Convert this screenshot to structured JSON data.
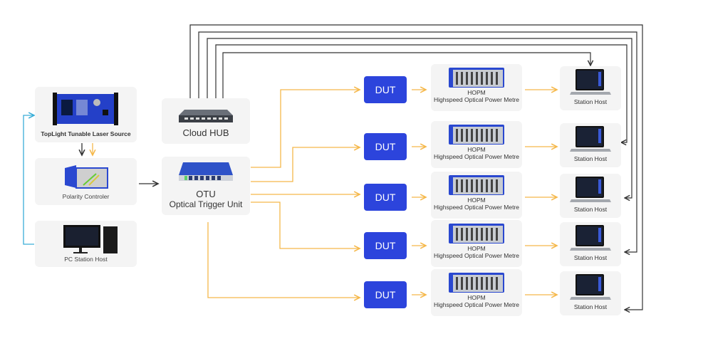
{
  "colors": {
    "optical": "#f5b84a",
    "control": "#333333",
    "feedback": "#3aaed8",
    "dut": "#2c44dc",
    "card": "#f4f4f4"
  },
  "left_column": {
    "laser": {
      "label": "TopLight Tunable Laser Source",
      "icon": "laser-source-icon"
    },
    "polarity": {
      "label": "Polarity Controler",
      "icon": "polarity-controller-icon"
    },
    "pc_host": {
      "label": "PC Station Host",
      "icon": "pc-workstation-icon"
    }
  },
  "middle_column": {
    "hub": {
      "label": "Cloud HUB",
      "icon": "network-switch-icon"
    },
    "otu": {
      "label_line1": "OTU",
      "label_line2": "Optical Trigger Unit",
      "icon": "otu-rack-icon"
    }
  },
  "rows": [
    {
      "dut": "DUT",
      "hopm_title": "HOPM",
      "hopm_sub": "Highspeed Optical Power Metre",
      "host": "Station Host"
    },
    {
      "dut": "DUT",
      "hopm_title": "HOPM",
      "hopm_sub": "Highspeed Optical Power Metre",
      "host": "Station Host"
    },
    {
      "dut": "DUT",
      "hopm_title": "HOPM",
      "hopm_sub": "Highspeed Optical Power Metre",
      "host": "Station Host"
    },
    {
      "dut": "DUT",
      "hopm_title": "HOPM",
      "hopm_sub": "Highspeed Optical Power Metre",
      "host": "Station Host"
    },
    {
      "dut": "DUT",
      "hopm_title": "HOPM",
      "hopm_sub": "Highspeed Optical Power Metre",
      "host": "Station Host"
    }
  ]
}
